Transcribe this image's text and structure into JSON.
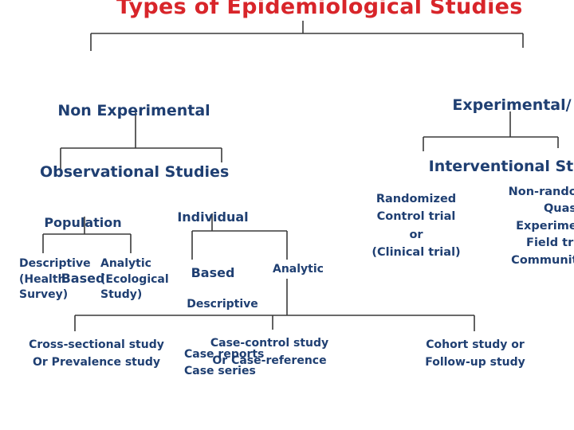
{
  "title": "Types of Epidemiological Studies",
  "non_experimental": {
    "line1": "Non Experimental",
    "line2": "Observational Studies",
    "population": {
      "line1": "Population",
      "line2": "Based",
      "descriptive": "Descriptive\n(Health\nSurvey)",
      "analytic": "Analytic\n(Ecological\nStudy)"
    },
    "individual": {
      "line1": "Individual",
      "line2": "Based",
      "descriptive_label": "Descriptive",
      "descriptive_items": "Case reports\nCase series",
      "analytic": "Analytic"
    }
  },
  "analytic_designs": {
    "cross_sectional": "Cross-sectional study\nOr Prevalence study",
    "case_control": "Case-control study\nOr Case-reference",
    "cohort": "Cohort study or\nFollow-up study"
  },
  "experimental": {
    "line1": "Experimental/",
    "line2": "Interventional Stud",
    "randomized": "Randomized\nControl trial\nor\n(Clinical trial)",
    "non_randomized": "Non-randon\nQuasi-\nExperimen\nField tria\nCommunity"
  }
}
